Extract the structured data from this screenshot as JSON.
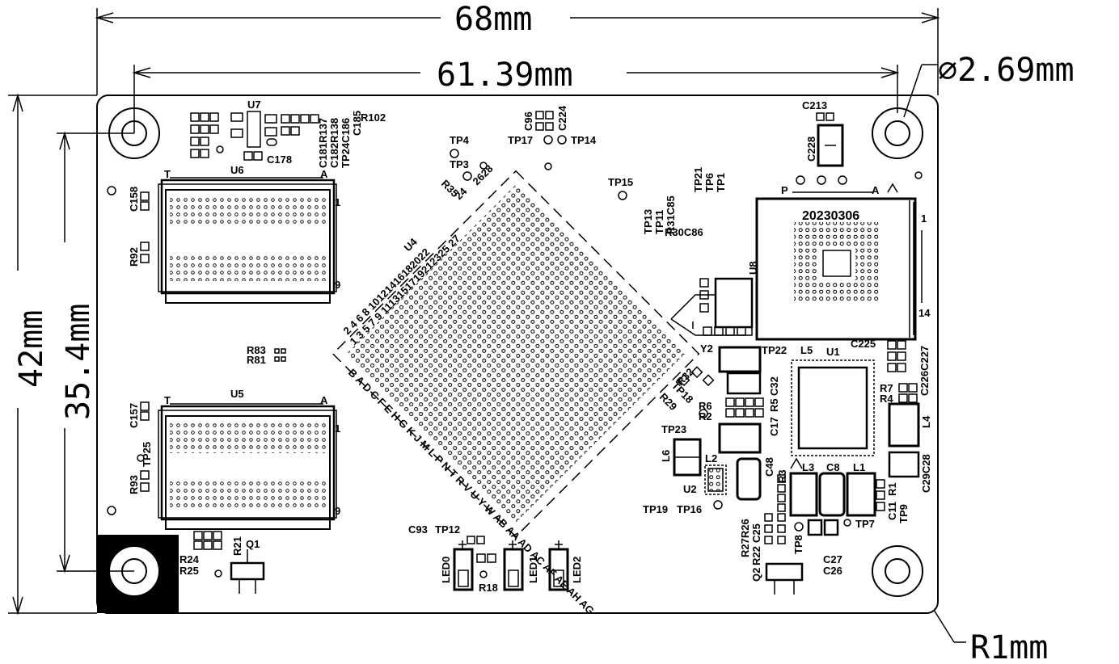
{
  "dimensions": {
    "width": "68mm",
    "hole_spacing_x": "61.39mm",
    "hole_diameter": "∅2.69mm",
    "height": "42mm",
    "hole_spacing_y": "35.4mm",
    "corner_radius": "R1mm"
  },
  "labels": {
    "u7": "U7",
    "u6": "U6",
    "u5": "U5",
    "u4": "U4",
    "u8": "U8",
    "u1": "U1",
    "u2": "U2",
    "c178": "C178",
    "r102": "R102",
    "c181": "C181R137",
    "c182": "C182R138",
    "tp24": "TP24C186",
    "c185": "C185",
    "c158": "C158",
    "r92": "R92",
    "c157": "C157",
    "tp25": "TP25",
    "r93": "R93",
    "r83": "R83",
    "r81": "R81",
    "tp4": "TP4",
    "tp3": "TP3",
    "c96": "C96",
    "c224": "C224",
    "tp17": "TP17",
    "tp14": "TP14",
    "tp15": "TP15",
    "tp21": "TP21",
    "tp6": "TP6",
    "tp1": "TP1",
    "tp13": "TP13",
    "tp11": "TP11",
    "r31c85": "R31C85",
    "r30c86": "R30C86",
    "c213": "C213",
    "c228": "C228",
    "date": "20230306",
    "c225": "C225",
    "c226": "C226C227",
    "y2": "Y2",
    "tp22": "TP22",
    "l5": "L5",
    "c32": "C32",
    "r6": "R6",
    "r2": "R2",
    "r5": "R5",
    "c17": "C17",
    "r7": "R7",
    "r4": "R4",
    "l4": "L4",
    "tp23": "TP23",
    "l6": "L6",
    "l2": "L2",
    "c48": "C48",
    "r3": "R3",
    "l3": "L3",
    "c8": "C8",
    "l1": "L1",
    "c29": "C29C28",
    "r1": "R1",
    "c11": "C11",
    "tp9": "TP9",
    "tp19": "TP19",
    "tp16": "TP16",
    "tp7": "TP7",
    "tp8": "TP8",
    "r27": "R27R26",
    "c25": "C25",
    "r22": "R22",
    "c27": "C27",
    "c26": "C26",
    "q2": "Q2",
    "c93": "C93",
    "tp12": "TP12",
    "led0": "LED0",
    "led1": "LED1",
    "led2": "LED2",
    "r18": "R18",
    "r24": "R24",
    "r25": "R25",
    "r21": "R21",
    "q1": "Q1",
    "pin_t": "T",
    "pin_a": "A",
    "pin_p": "P",
    "pin_1": "1",
    "pin_9": "9",
    "pin_14": "14",
    "bga_top": "2 4 6 8 10121416182022",
    "bga_top2": "1 3 5 7 9 1113151719212325 27",
    "bga_left": "B A D C F E H G K J M L P N T R V U Y W AB AA AD AC AF AE AH AG",
    "r35": "R35",
    "n24": "24",
    "n2628": "2628",
    "tp18": "TP18",
    "r29": "R29",
    "r32": "R32"
  }
}
